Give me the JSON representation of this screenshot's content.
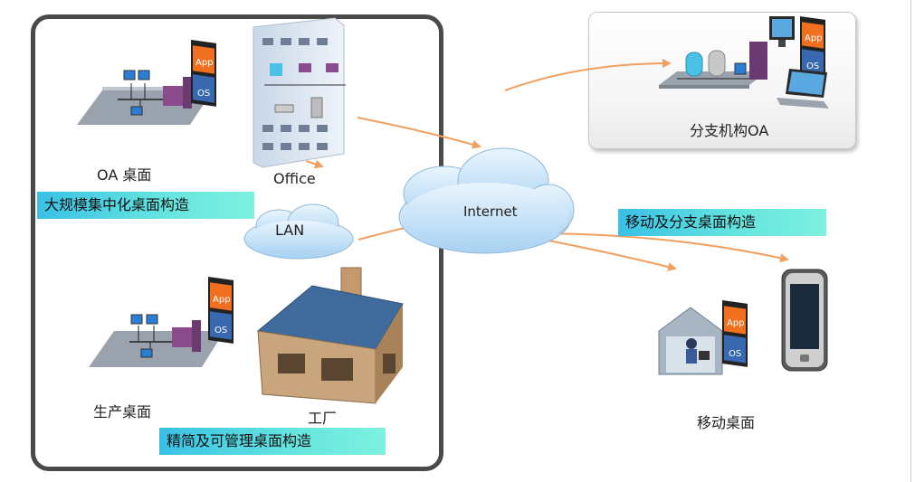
{
  "labels": {
    "oa_desktop": "OA 桌面",
    "office": "Office",
    "lan": "LAN",
    "internet": "Internet",
    "production_desktop": "生产桌面",
    "factory": "工厂",
    "branch_oa": "分支机构OA",
    "mobile_desktop": "移动桌面"
  },
  "bands": {
    "large_scale": "大规模集中化桌面构造",
    "streamlined": "精简及可管理桌面构造",
    "mobile_branch": "移动及分支桌面构造"
  },
  "badges": {
    "app": "App",
    "os": "OS"
  },
  "colors": {
    "frame": "#4a4a4a",
    "band_start": "#3ac0e6",
    "band_end": "#7ef1e0",
    "arrow": "#f0a060",
    "cloud": "#bfe0f7",
    "app_badge": "#f07020",
    "os_badge": "#3868b0"
  },
  "icons": [
    "network-icon",
    "app-os-badge-icon",
    "office-building-icon",
    "cloud-icon",
    "factory-icon",
    "server-icon",
    "laptop-icon",
    "monitor-icon",
    "home-user-icon",
    "mobile-phone-icon"
  ]
}
